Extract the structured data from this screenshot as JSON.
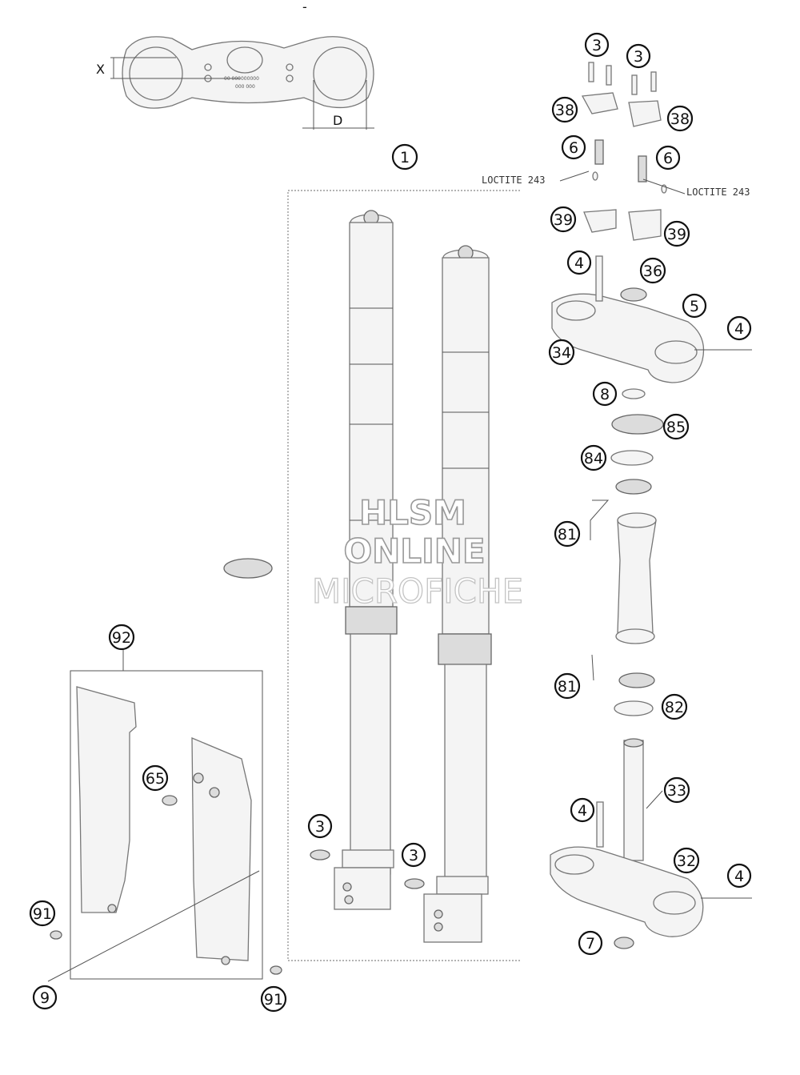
{
  "diagram": {
    "top_mark": "-",
    "dimensions": {
      "x_label": "X",
      "d_label": "D"
    },
    "clamp_markings": [
      "00 000000000",
      "000 000"
    ],
    "loctite": {
      "left": "LOCTITE 243",
      "right": "LOCTITE 243"
    },
    "watermark": {
      "line1": "HLSM",
      "line2": "ONLINE",
      "line3": "MICROFICHE"
    },
    "callouts": [
      {
        "id": "c-1",
        "label": "1"
      },
      {
        "id": "c-3a",
        "label": "3"
      },
      {
        "id": "c-3b",
        "label": "3"
      },
      {
        "id": "c-38a",
        "label": "38"
      },
      {
        "id": "c-38b",
        "label": "38"
      },
      {
        "id": "c-6a",
        "label": "6"
      },
      {
        "id": "c-6b",
        "label": "6"
      },
      {
        "id": "c-39a",
        "label": "39"
      },
      {
        "id": "c-39b",
        "label": "39"
      },
      {
        "id": "c-4a",
        "label": "4"
      },
      {
        "id": "c-36",
        "label": "36"
      },
      {
        "id": "c-5",
        "label": "5"
      },
      {
        "id": "c-4b",
        "label": "4"
      },
      {
        "id": "c-34",
        "label": "34"
      },
      {
        "id": "c-8",
        "label": "8"
      },
      {
        "id": "c-85",
        "label": "85"
      },
      {
        "id": "c-84",
        "label": "84"
      },
      {
        "id": "c-81a",
        "label": "81"
      },
      {
        "id": "c-81b",
        "label": "81"
      },
      {
        "id": "c-82",
        "label": "82"
      },
      {
        "id": "c-33",
        "label": "33"
      },
      {
        "id": "c-4c",
        "label": "4"
      },
      {
        "id": "c-32",
        "label": "32"
      },
      {
        "id": "c-4d",
        "label": "4"
      },
      {
        "id": "c-7",
        "label": "7"
      },
      {
        "id": "c-92",
        "label": "92"
      },
      {
        "id": "c-65",
        "label": "65"
      },
      {
        "id": "c-3c",
        "label": "3"
      },
      {
        "id": "c-3d",
        "label": "3"
      },
      {
        "id": "c-91a",
        "label": "91"
      },
      {
        "id": "c-9",
        "label": "9"
      },
      {
        "id": "c-91b",
        "label": "91"
      }
    ]
  }
}
